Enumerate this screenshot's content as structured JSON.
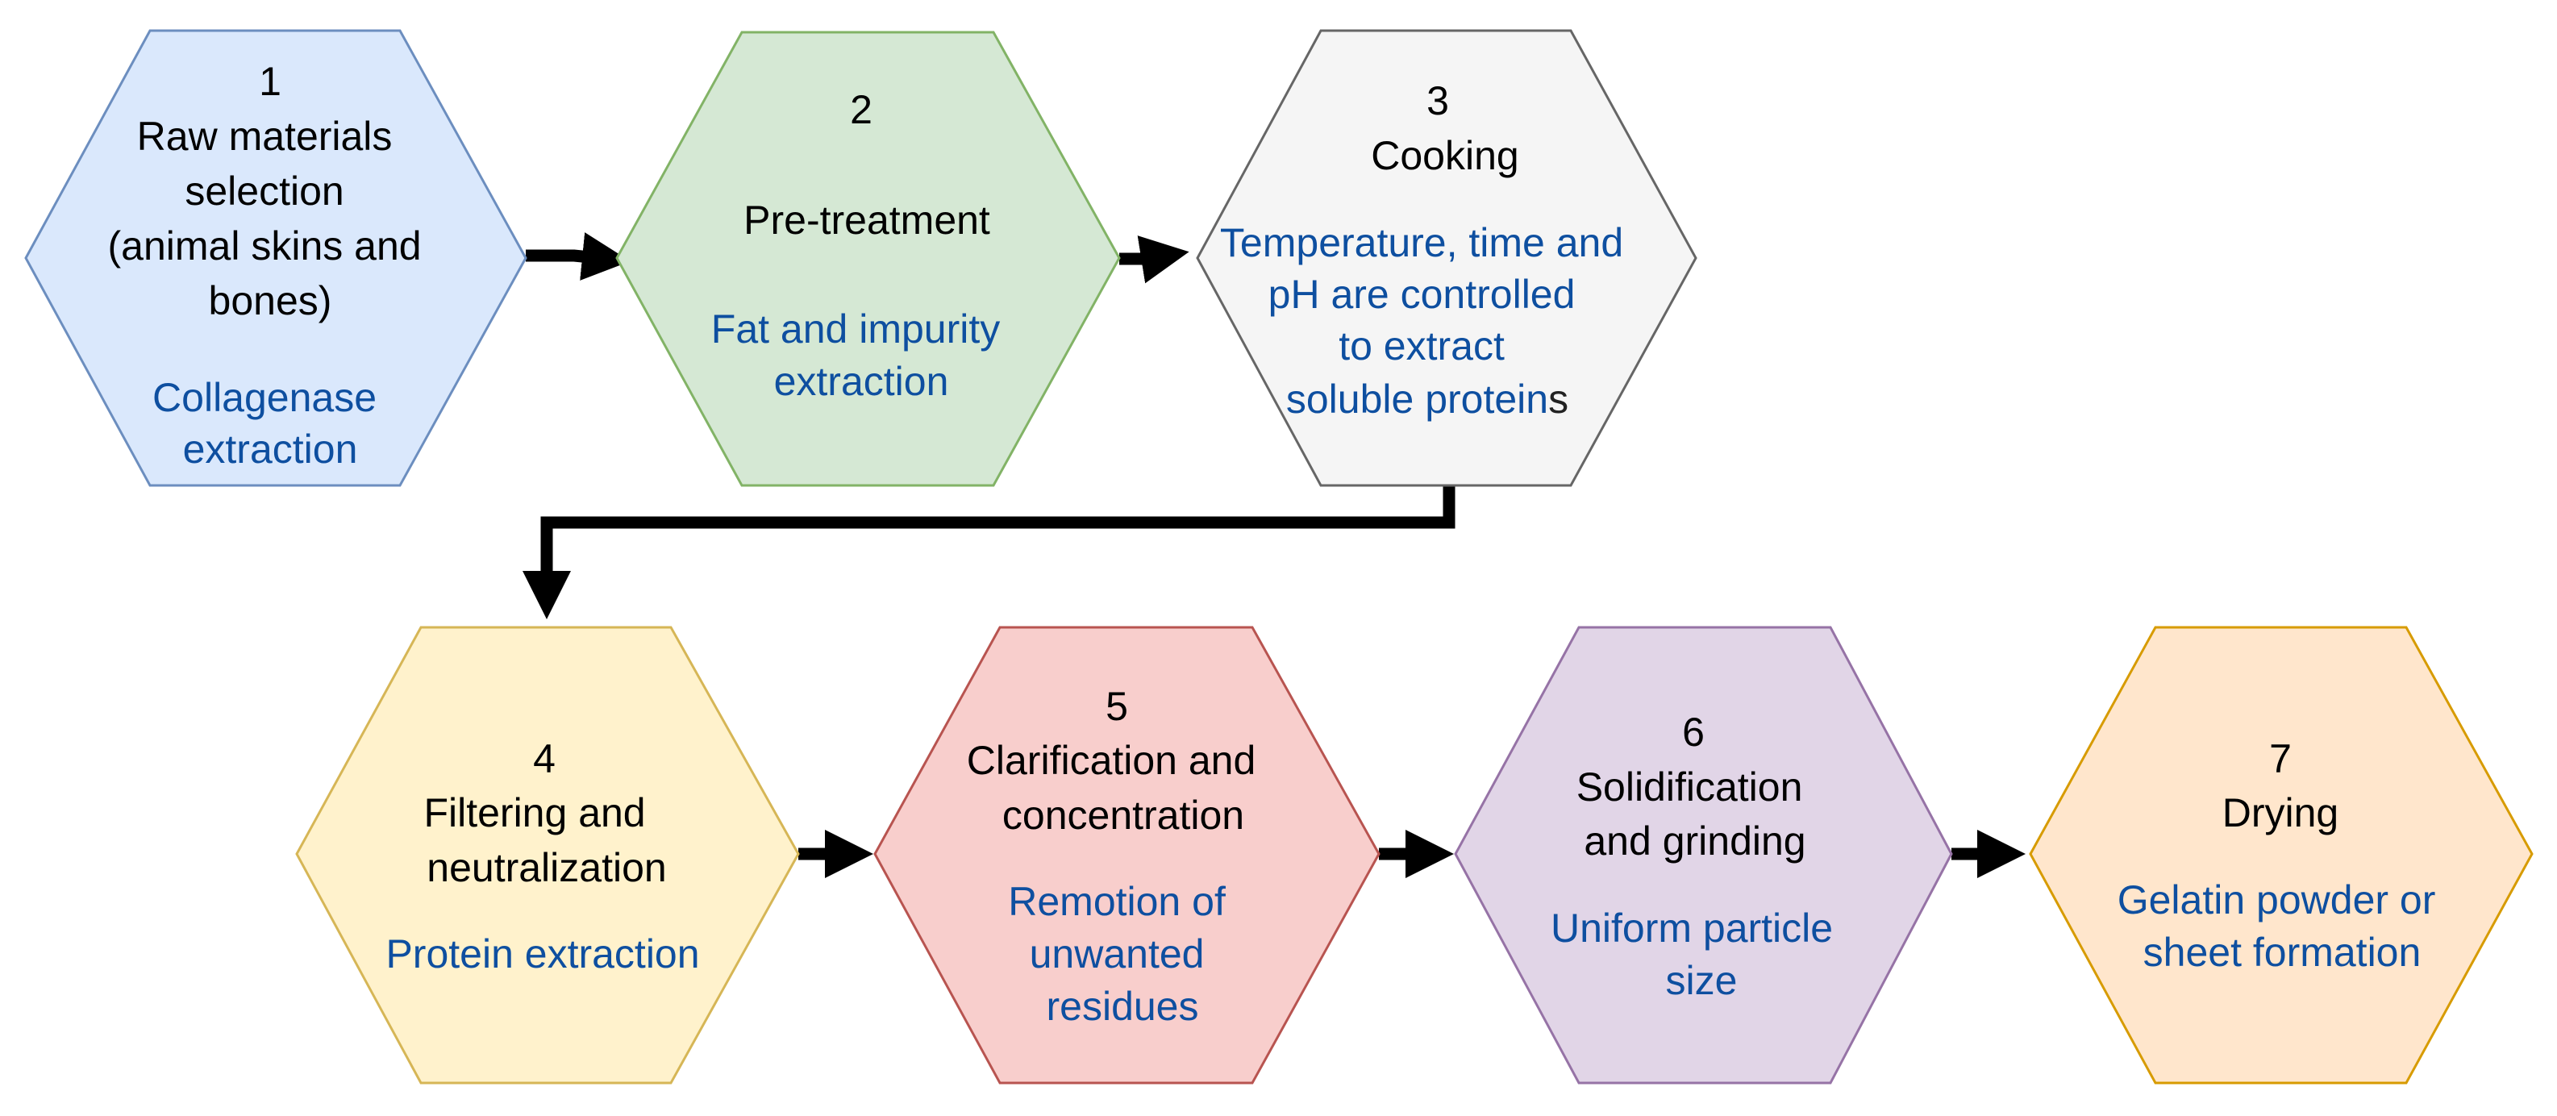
{
  "steps": [
    {
      "number": "1",
      "title_lines": [
        "Raw materials",
        "selection",
        "(animal skins and",
        "bones)"
      ],
      "desc_lines": [
        "Collagenase",
        "extraction"
      ],
      "fill": "#dae8fc",
      "stroke": "#6c8ebf"
    },
    {
      "number": "2",
      "title_lines": [
        "Pre-treatment"
      ],
      "desc_lines": [
        "Fat and impurity",
        "extraction"
      ],
      "fill": "#d5e8d4",
      "stroke": "#82b366"
    },
    {
      "number": "3",
      "title_lines": [
        "Cooking"
      ],
      "desc_lines": [
        "Temperature, time and",
        "pH are controlled",
        "to extract",
        "soluble protein"
      ],
      "desc_tail": "s",
      "fill": "#f5f5f5",
      "stroke": "#666666"
    },
    {
      "number": "4",
      "title_lines": [
        "Filtering and",
        "neutralization"
      ],
      "desc_lines": [
        "Protein extraction"
      ],
      "fill": "#fff2cc",
      "stroke": "#d6b656"
    },
    {
      "number": "5",
      "title_lines": [
        "Clarification and",
        "concentration"
      ],
      "desc_lines": [
        "Remotion of",
        "unwanted",
        "residues"
      ],
      "fill": "#f8cecc",
      "stroke": "#b85450"
    },
    {
      "number": "6",
      "title_lines": [
        "Solidification",
        "and grinding"
      ],
      "desc_lines": [
        "Uniform particle",
        "size"
      ],
      "fill": "#e1d5e7",
      "stroke": "#9673a6"
    },
    {
      "number": "7",
      "title_lines": [
        "Drying"
      ],
      "desc_lines": [
        "Gelatin powder or",
        "sheet formation"
      ],
      "fill": "#ffe6cc",
      "stroke": "#d79b00"
    }
  ],
  "colors": {
    "title_text": "#000000",
    "desc_text": "#0e4fa0",
    "arrow": "#000000"
  }
}
